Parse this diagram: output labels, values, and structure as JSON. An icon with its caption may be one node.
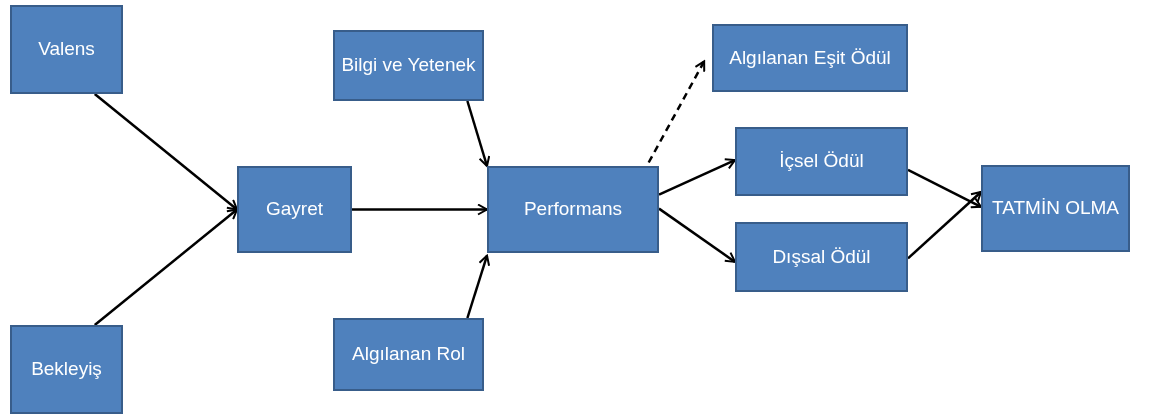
{
  "diagram": {
    "nodes": [
      {
        "text": [
          "Valens"
        ]
      },
      {
        "text": [
          "Bekleyiş"
        ]
      },
      {
        "text": [
          "Gayret"
        ]
      },
      {
        "text": [
          "Bilgi ve Yetenek"
        ]
      },
      {
        "text": [
          "Performans"
        ]
      },
      {
        "text": [
          "Algılanan Rol"
        ]
      },
      {
        "text": [
          "Algılanan Eşit Ödül"
        ]
      },
      {
        "text": [
          "İçsel Ödül"
        ]
      },
      {
        "text": [
          "Dışsal Ödül"
        ]
      },
      {
        "text": [
          "TATMİN OLMA"
        ]
      }
    ],
    "edges": [
      {
        "from": 0,
        "to": 2,
        "arrow": "to"
      },
      {
        "from": 1,
        "to": 2,
        "arrow": "to"
      },
      {
        "from": 2,
        "to": 4,
        "arrow": "to"
      },
      {
        "from": 3,
        "to": 4,
        "arrow": "to"
      },
      {
        "from": 5,
        "to": 4,
        "arrow": "to"
      },
      {
        "from": 4,
        "to": 6,
        "arrow": "to",
        "style": "dashed"
      },
      {
        "from": 4,
        "to": 7,
        "arrow": "to"
      },
      {
        "from": 4,
        "to": 8,
        "arrow": "to"
      },
      {
        "from": 7,
        "to": 9,
        "arrow": "to"
      },
      {
        "from": 8,
        "to": 9,
        "arrow": "to"
      }
    ]
  }
}
